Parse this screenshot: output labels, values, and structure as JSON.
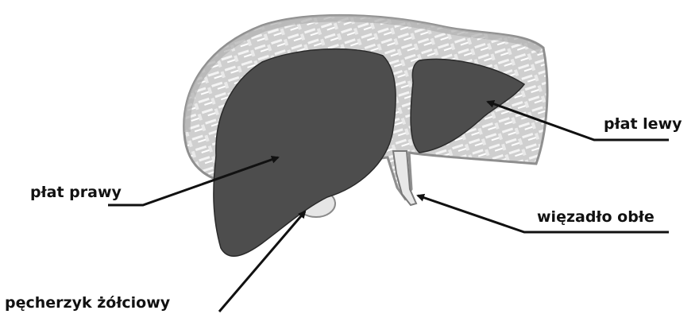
{
  "labels": {
    "right_lobe": "płat prawy",
    "left_lobe": "płat lewy",
    "round_ligament": "więzadło obłe",
    "gallbladder": "pęcherzyk żółciowy"
  },
  "colors": {
    "lobe_fill": "#4d4d4d",
    "tissue_band": "#c4c4c4",
    "band_texture": "#f2f2f2",
    "gallbladder_fill": "#e6e6e6",
    "leader_lines": "#111111"
  }
}
